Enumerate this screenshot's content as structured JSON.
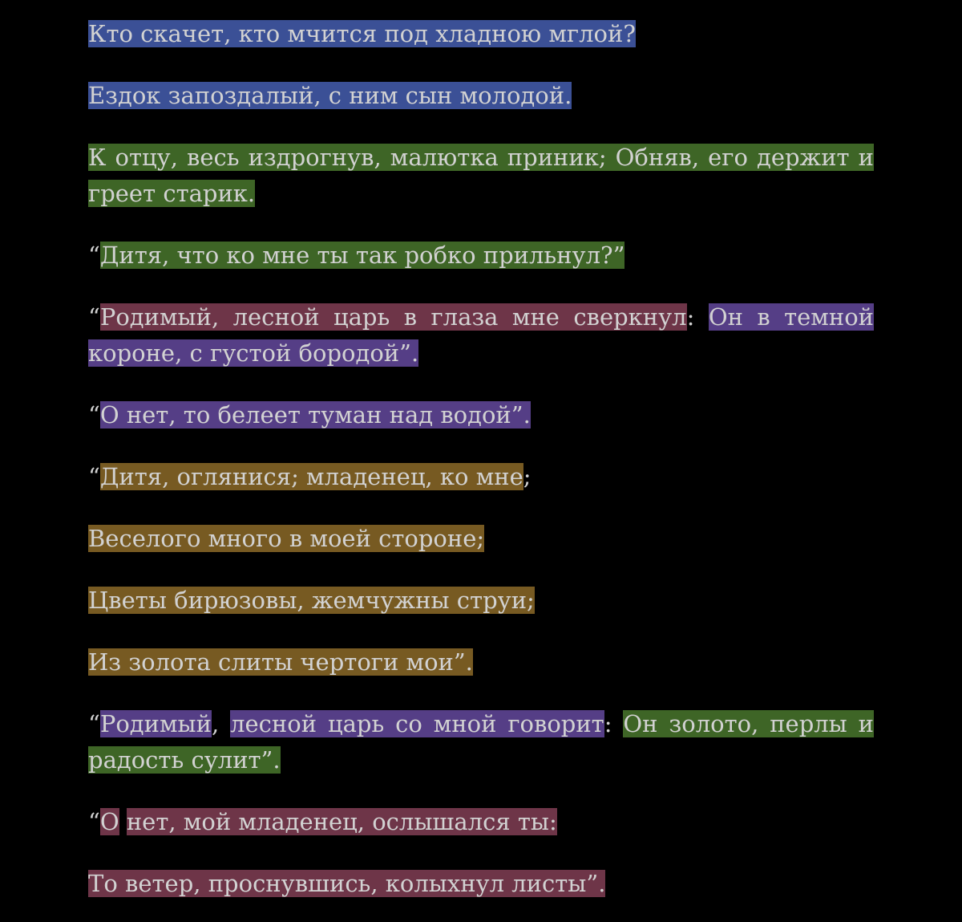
{
  "colors": {
    "background": "#000000",
    "text": "#d2d2d2",
    "blue": "#3b5096",
    "green": "#3e6526",
    "maroon": "#6e3548",
    "purple": "#553e86",
    "olive": "#775a22"
  },
  "paragraphs": [
    [
      {
        "text": "Кто скачет, кто мчится под хладною мглой?",
        "color": "blue"
      }
    ],
    [
      {
        "text": "Ездок запоздалый, с ним сын молодой.",
        "color": "blue"
      }
    ],
    [
      {
        "text": "К отцу, весь издрогнув, малютка приник; Обняв, его держит и греет старик.",
        "color": "green"
      }
    ],
    [
      {
        "text": "“",
        "color": "none"
      },
      {
        "text": "Дитя, что ко мне ты так робко прильнул?”",
        "color": "green"
      }
    ],
    [
      {
        "text": "“",
        "color": "none"
      },
      {
        "text": "Родимый, лесной царь в глаза мне сверкнул",
        "color": "maroon"
      },
      {
        "text": ": ",
        "color": "none"
      },
      {
        "text": "Он в темной короне, с густой бородой”.",
        "color": "purple"
      }
    ],
    [
      {
        "text": "“",
        "color": "none"
      },
      {
        "text": "О нет, то белеет туман над водой”.",
        "color": "purple"
      }
    ],
    [
      {
        "text": "“",
        "color": "none"
      },
      {
        "text": "Дитя, оглянися; младенец, ко мне",
        "color": "olive"
      },
      {
        "text": ";",
        "color": "none"
      }
    ],
    [
      {
        "text": "Веселого много в моей стороне;",
        "color": "olive"
      }
    ],
    [
      {
        "text": "Цветы бирюзовы, жемчужны струи;",
        "color": "olive"
      }
    ],
    [
      {
        "text": "Из золота слиты чертоги мои”.",
        "color": "olive"
      }
    ],
    [
      {
        "text": "“",
        "color": "none"
      },
      {
        "text": "Родимый",
        "color": "purple"
      },
      {
        "text": ", ",
        "color": "none"
      },
      {
        "text": "лесной царь со мной говорит",
        "color": "purple"
      },
      {
        "text": ": ",
        "color": "none"
      },
      {
        "text": "Он золото, перлы и радость сулит”.",
        "color": "green"
      }
    ],
    [
      {
        "text": "“",
        "color": "none"
      },
      {
        "text": "О",
        "color": "maroon"
      },
      {
        "text": " ",
        "color": "none"
      },
      {
        "text": "нет, мой младенец, ослышался ты:",
        "color": "maroon"
      }
    ],
    [
      {
        "text": "То ветер, проснувшись, колыхнул листы”.",
        "color": "maroon"
      }
    ]
  ]
}
